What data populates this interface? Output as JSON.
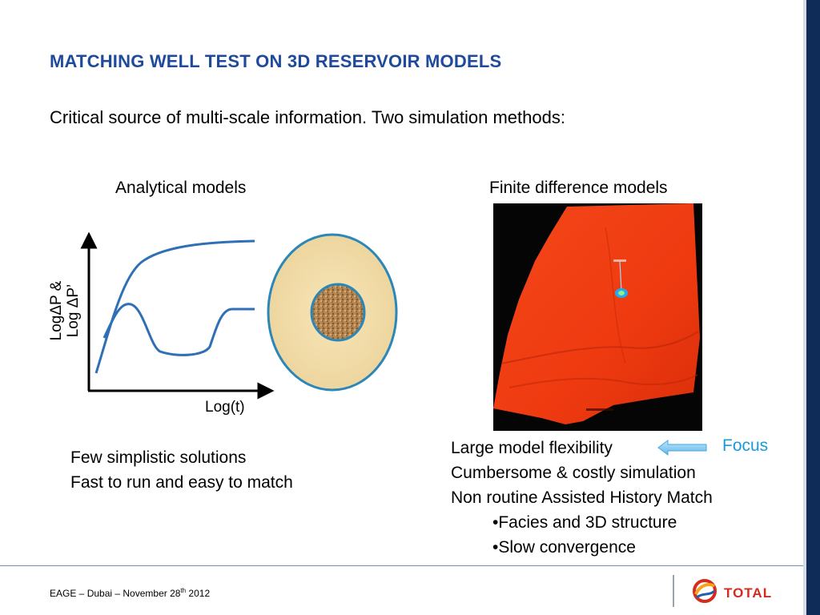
{
  "slide": {
    "title": "MATCHING WELL TEST ON 3D RESERVOIR MODELS",
    "subtitle": "Critical source of multi-scale information. Two simulation methods:"
  },
  "left_panel": {
    "heading": "Analytical models",
    "y_label_line1": "LogΔP &",
    "y_label_line2": "Log ΔP’",
    "x_label": "Log(t)",
    "bullets": [
      "Few simplistic solutions",
      "Fast to run and easy to match"
    ]
  },
  "right_panel": {
    "heading": "Finite difference models",
    "points": [
      "Large model flexibility",
      "Cumbersome & costly simulation",
      "Non routine Assisted History Match"
    ],
    "sub_points": [
      "•Facies and 3D structure",
      "•Slow convergence"
    ],
    "focus_label": "Focus"
  },
  "footer": {
    "event_prefix": "EAGE – Dubai – November 28",
    "event_sup": "th",
    "event_suffix": " 2012",
    "logo_text": "TOTAL"
  },
  "colors": {
    "title": "#1f4a9c",
    "curve": "#2f6fb5",
    "focus": "#1a9ad8",
    "reservoir": "#f03a14",
    "band": "#0f2b57"
  },
  "icons": {
    "arrow": "left-arrow-icon",
    "logo": "total-logo-icon"
  }
}
